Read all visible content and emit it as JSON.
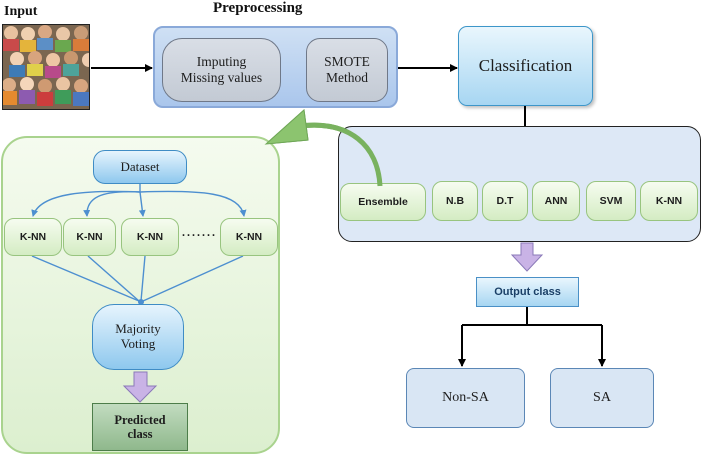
{
  "labels": {
    "input": "Input",
    "preprocessing": "Preprocessing"
  },
  "preprocessing": {
    "step1": "Imputing Missing values",
    "step2": "SMOTE Method"
  },
  "classification": "Classification",
  "algorithms": [
    "Ensemble",
    "N.B",
    "D.T",
    "ANN",
    "SVM",
    "K-NN"
  ],
  "ensemble": {
    "dataset": "Dataset",
    "knn_nodes": [
      "K-NN",
      "K-NN",
      "K-NN",
      "K-NN"
    ],
    "ellipsis": "·······",
    "voting": "Majority Voting",
    "predicted": "Predicted class"
  },
  "output": {
    "title": "Output class",
    "classes": [
      "Non-SA",
      "SA"
    ]
  },
  "colors": {
    "preprocessing_panel": "#aac6ec",
    "classification": "#a7d6f2",
    "algorithm_green": "#d4ecc3",
    "ensemble_panel": "#dcefcf",
    "arrow_purple": "#c9b3e6",
    "link_blue": "#4d8fd0"
  }
}
